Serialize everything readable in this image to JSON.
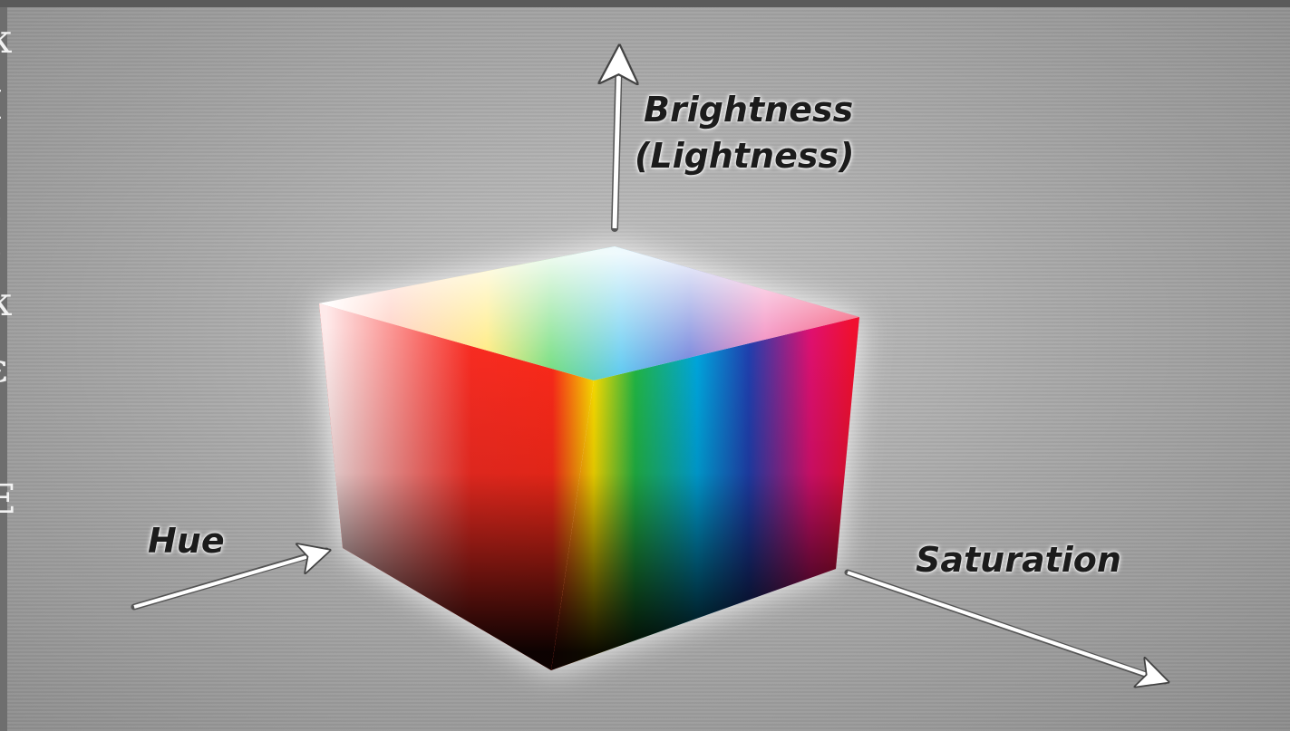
{
  "axes": {
    "brightness": {
      "line1": "Brightness",
      "line2": "(Lightness)"
    },
    "hue": "Hue",
    "saturation": "Saturation"
  },
  "cube_hues": [
    "#ffffff",
    "#f53030",
    "#ffe000",
    "#10b040",
    "#00a8e0",
    "#2040b0",
    "#e01070",
    "#f01030"
  ],
  "background_color": "#a9a9a9",
  "cutoff_glyphs": [
    "κ",
    "I",
    "(",
    "κ",
    "ε",
    "'",
    "E"
  ]
}
